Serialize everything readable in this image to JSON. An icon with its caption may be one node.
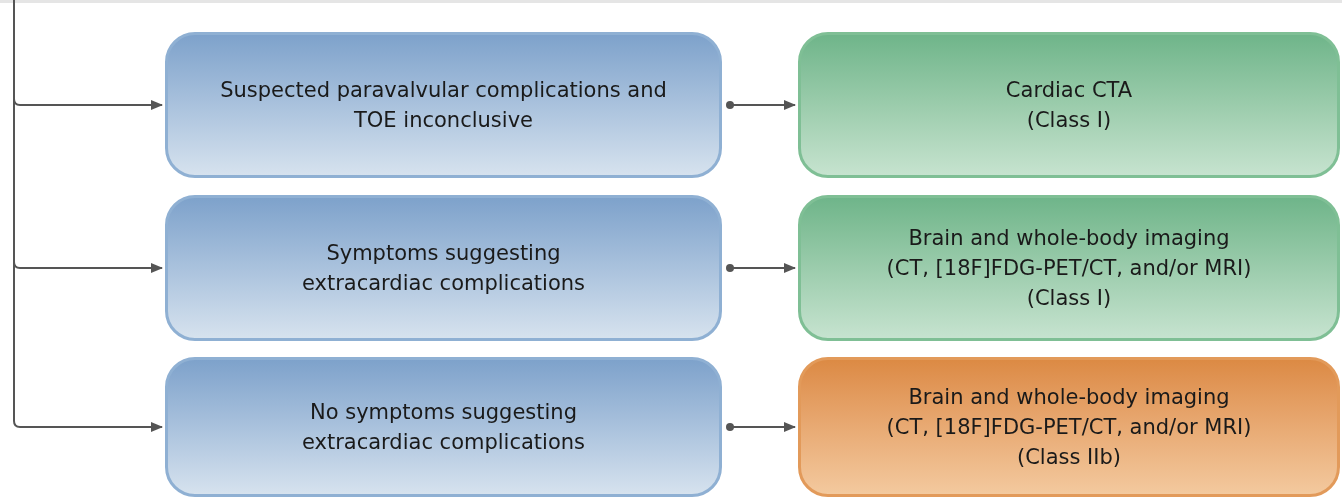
{
  "diagram": {
    "nodes": [
      {
        "text": [
          "Suspected paravalvular complications and TOE inconclusive"
        ]
      },
      {
        "text": [
          "Symptoms suggesting extracardiac complications"
        ]
      },
      {
        "text": [
          "No symptoms suggesting extracardiac complications"
        ]
      },
      {
        "text": [
          "Cardiac CTA",
          "(Class I)"
        ]
      },
      {
        "text": [
          "Brain and whole-body imaging",
          "(CT, [18F]FDG-PET/CT, and/or MRI)",
          "(Class I)"
        ]
      },
      {
        "text": [
          "Brain and whole-body imaging",
          "(CT, [18F]FDG-PET/CT, and/or MRI)",
          "(Class IIb)"
        ]
      }
    ],
    "edges": [
      {
        "from": null,
        "to": 0,
        "arrow": "to"
      },
      {
        "from": null,
        "to": 1,
        "arrow": "to"
      },
      {
        "from": null,
        "to": 2,
        "arrow": "to"
      },
      {
        "from": 0,
        "to": 3,
        "arrow": "to"
      },
      {
        "from": 1,
        "to": 4,
        "arrow": "to"
      },
      {
        "from": 2,
        "to": 5,
        "arrow": "to"
      }
    ]
  }
}
